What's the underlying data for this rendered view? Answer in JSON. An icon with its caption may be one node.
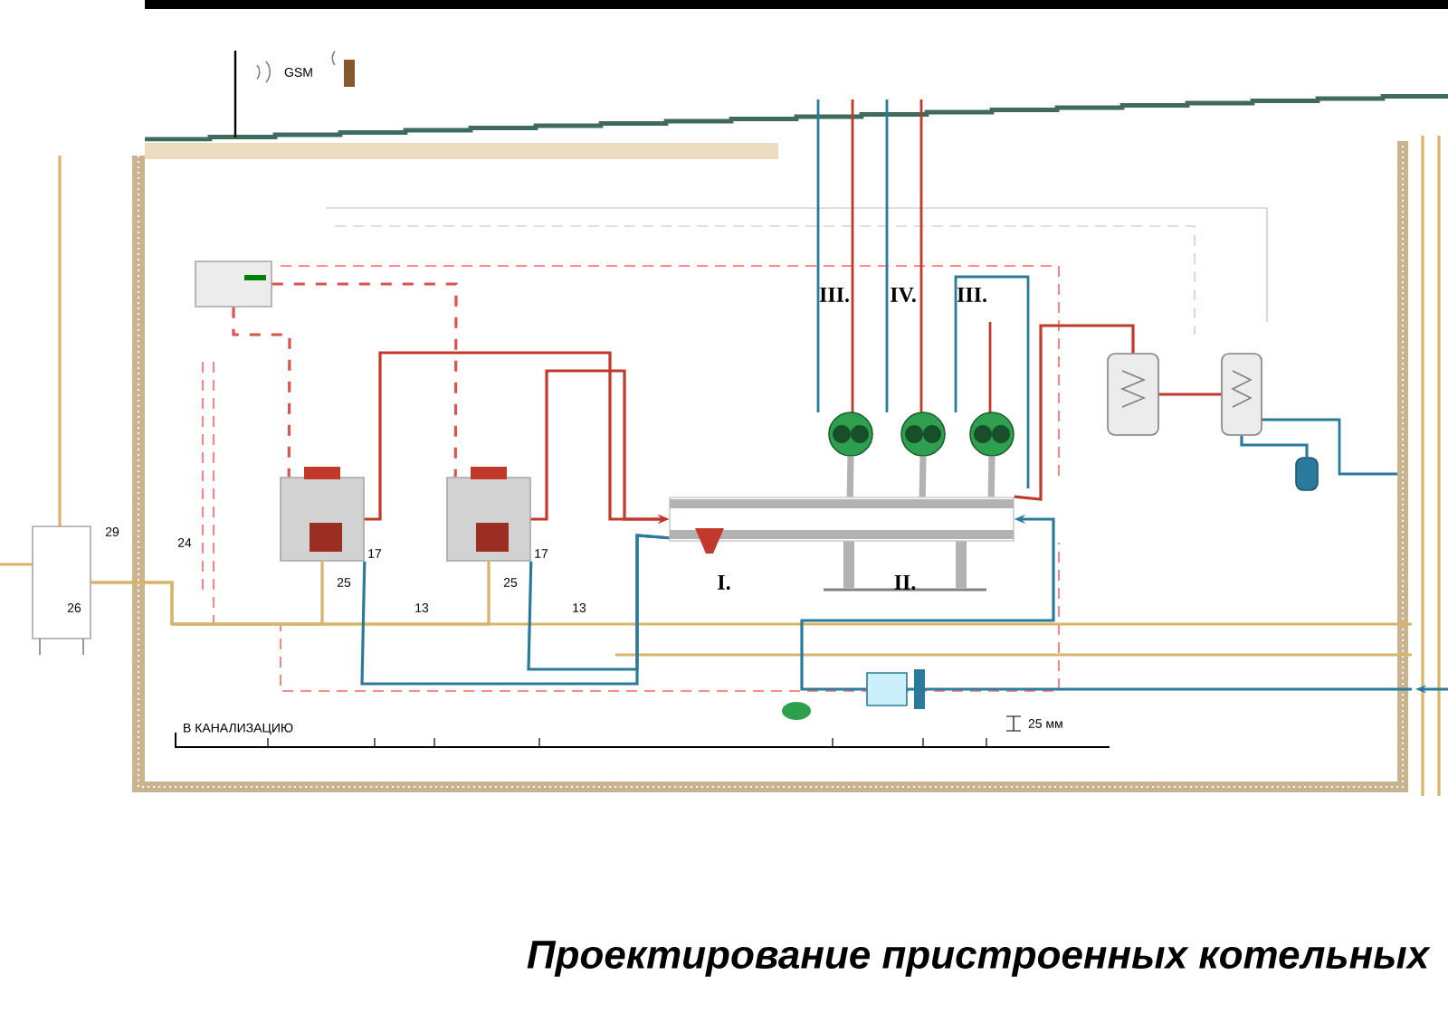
{
  "diagram": {
    "title": "Проектирование пристроенных котельных",
    "nodes": [
      {
        "text": [],
        "shape": "box"
      },
      {
        "text": [],
        "shape": "box"
      },
      {
        "text": [],
        "shape": "box"
      },
      {
        "text": [],
        "shape": "box"
      },
      {
        "text": [],
        "shape": "bar"
      },
      {
        "text": [],
        "shape": "circle"
      },
      {
        "text": [],
        "shape": "circle"
      },
      {
        "text": [],
        "shape": "circle"
      },
      {
        "text": [],
        "shape": "cylinder"
      },
      {
        "text": [],
        "shape": "cylinder"
      },
      {
        "text": [],
        "shape": "cylinder"
      },
      {
        "text": [],
        "shape": "box"
      }
    ],
    "edges": [
      {
        "from": 1,
        "to": 2,
        "arrow": "none",
        "color": "#d8b46a"
      },
      {
        "from": 1,
        "to": 3,
        "arrow": "none",
        "color": "#d8b46a"
      },
      {
        "from": 2,
        "to": 4,
        "arrow": "to",
        "color": "#c0392b"
      },
      {
        "from": 3,
        "to": 4,
        "arrow": "to",
        "color": "#c0392b"
      },
      {
        "from": 0,
        "to": 2,
        "arrow": "none",
        "style": "dashed",
        "color": "#d9534f"
      },
      {
        "from": 0,
        "to": 3,
        "arrow": "none",
        "style": "dashed",
        "color": "#d9534f"
      },
      {
        "from": 4,
        "to": 5,
        "arrow": "none",
        "style": "thick",
        "color": "#b2b2b2"
      },
      {
        "from": 4,
        "to": 6,
        "arrow": "none",
        "style": "thick",
        "color": "#b2b2b2"
      },
      {
        "from": 4,
        "to": 7,
        "arrow": "none",
        "style": "thick",
        "color": "#b2b2b2"
      },
      {
        "from": 4,
        "to": 8,
        "arrow": "none",
        "color": "#c0392b"
      },
      {
        "from": 8,
        "to": 9,
        "arrow": "none",
        "color": "#c0392b"
      },
      {
        "from": 11,
        "to": 4,
        "arrow": "to",
        "color": "#2b7a9b"
      },
      {
        "from": 10,
        "to": 9,
        "arrow": "none",
        "color": "#2b7a9b"
      },
      {
        "from": 4,
        "to": 2,
        "arrow": "none",
        "color": "#2b7a9b"
      },
      {
        "from": 4,
        "to": 3,
        "arrow": "none",
        "color": "#2b7a9b"
      }
    ],
    "labels": [
      "GSM",
      "III.",
      "IV.",
      "III.",
      "I.",
      "II.",
      "26",
      "29",
      "24",
      "25",
      "25",
      "13",
      "13",
      "17",
      "17",
      "В КАНАЛИЗАЦИЮ",
      "25 мм"
    ]
  }
}
